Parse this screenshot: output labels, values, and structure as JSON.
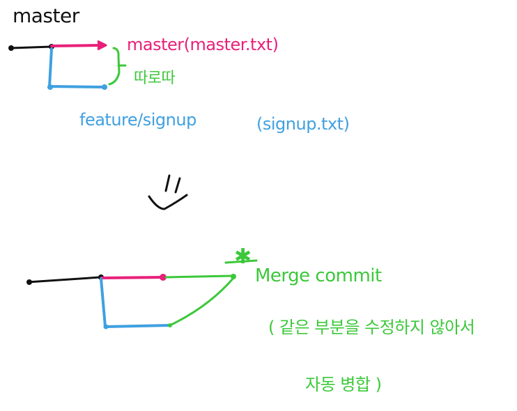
{
  "colors": {
    "master": "#111111",
    "master_branch": "#e8207a",
    "feature_branch": "#3fa0e0",
    "annotation": "#3cc83a",
    "merge": "#3cc83a"
  },
  "top": {
    "branch_title": "master",
    "master_label": "master(master.txt)",
    "diverge_label": "따로따",
    "feature_label": "feature/signup",
    "feature_file": "(signup.txt)"
  },
  "arrow": {
    "symbol": "⇓"
  },
  "bottom": {
    "merge_mark": "✱",
    "merge_label": "Merge commit",
    "note_line1": "( 같은 부분을 수정하지 않아서",
    "note_line2": "자동 병합 )"
  }
}
